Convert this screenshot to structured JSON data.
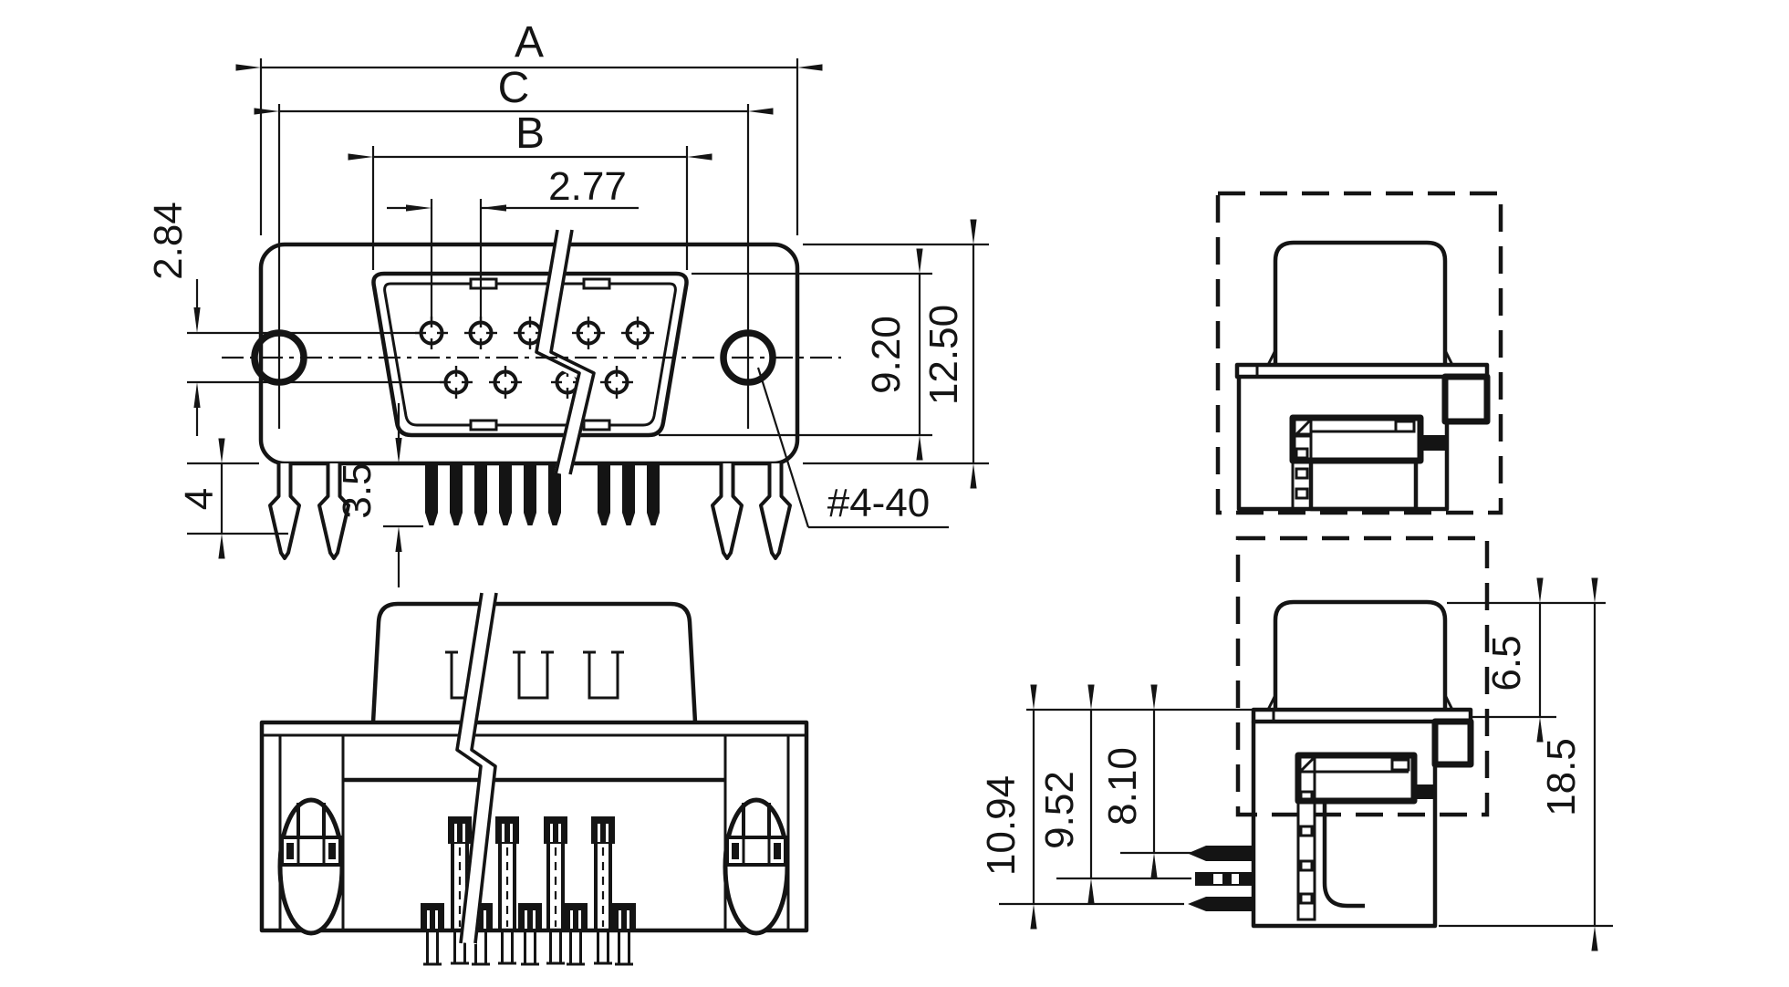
{
  "colors": {
    "background": "#ffffff",
    "line": "#141414"
  },
  "front_view": {
    "dim_a": "A",
    "dim_c": "C",
    "dim_b": "B",
    "pin_pitch": "2.77",
    "row_offset": "2.84",
    "shell_height": "9.20",
    "flange_height": "12.50",
    "boardlock_length": "4",
    "pin_length": "3.5",
    "thread_callout": "#4-40"
  },
  "side_view": {
    "hood_height": "6.5",
    "overall_height": "18.5",
    "pin_row_a": "8.10",
    "pin_row_b": "9.52",
    "pin_row_c": "10.94"
  }
}
